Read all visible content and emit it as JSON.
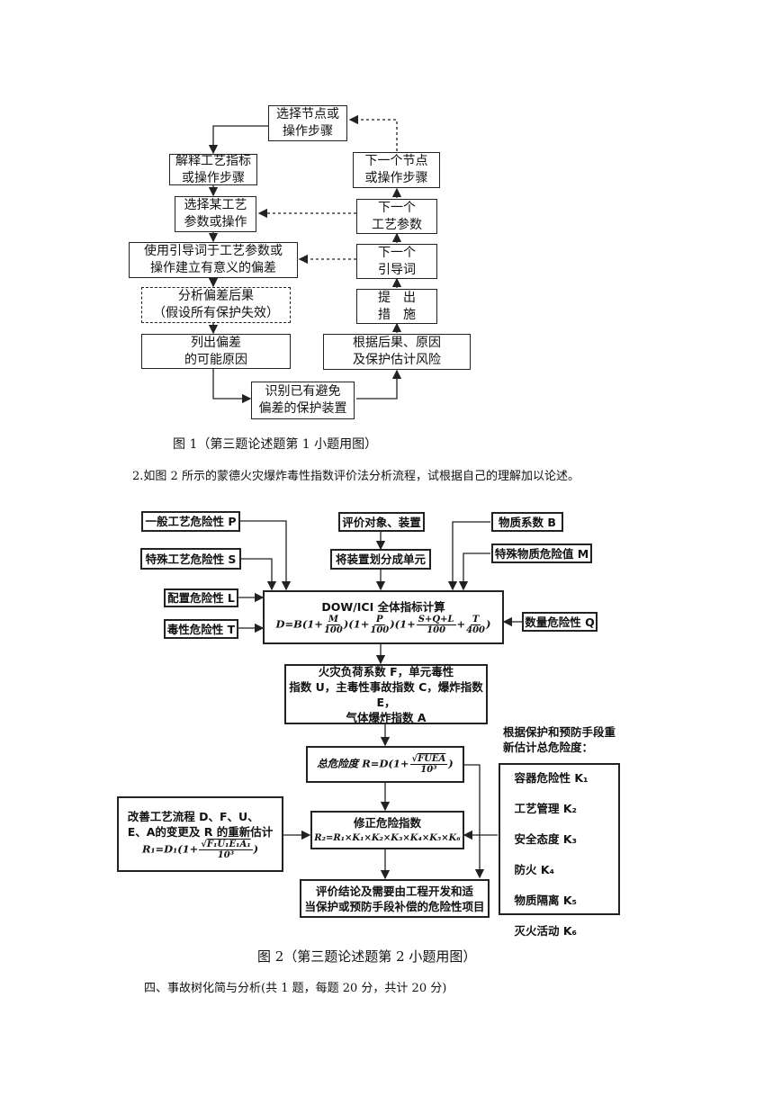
{
  "fig1": {
    "select_node": "选择节点或\n操作步骤",
    "explain": "解释工艺指标\n或操作步骤",
    "select_param": "选择某工艺\n参数或操作",
    "guideword": "使用引导词于工艺参数或\n操作建立有意义的偏差",
    "analyze": "分析偏差后果\n（假设所有保护失效）",
    "list_causes": "列出偏差\n的可能原因",
    "identify": "识别已有避免\n偏差的保护装置",
    "assess": "根据后果、原因\n及保护估计风险",
    "propose": "提　出\n措　施",
    "next_guideword": "下一个\n引导词",
    "next_param": "下一个\n工艺参数",
    "next_node": "下一个节点\n或操作步骤",
    "caption": "图 1（第三题论述题第 1 小题用图）"
  },
  "question2": "2.如图 2 所示的蒙德火灾爆炸毒性指数评价法分析流程，试根据自己的理解加以论述。",
  "fig2": {
    "general_risk": "一般工艺危险性 P",
    "special_risk": "特殊工艺危险性 S",
    "layout_risk": "配置危险性 L",
    "toxic_risk": "毒性危险性 T",
    "eval_object": "评价对象、装置",
    "divide_units": "将装置划分成单元",
    "material_factor": "物质系数 B",
    "special_material": "特殊物质危险值 M",
    "quantity_risk": "数量危险性 Q",
    "dow_title": "DOW/ICI 全体指标计算",
    "dow_formula_lead": "D=B",
    "fire_load": "火灾负荷系数 F，单元毒性\n指数 U，主毒性事故指数 C，爆炸指数 E，\n气体爆炸指数 A",
    "total_risk_lead": "总危险度 R=D",
    "total_risk_sqrt": "FUEA",
    "improve_text": "改善工艺流程 D、F、U、\nE、A的变更及 R 的重新估计",
    "improve_formula_lead": "R₁=D₁",
    "improve_sqrt": "F₁U₁E₁A₁",
    "corrected_title": "修正危险指数",
    "corrected_formula": "R₂=R₁×K₁×K₂×K₃×K₄×K₅×K₆",
    "reassess_title": "根据保护和预防手段重\n新估计总危险度：",
    "reassess_items": [
      "容器危险性 K₁",
      "工艺管理 K₂",
      "安全态度 K₃",
      "防火 K₄",
      "物质隔离 K₅",
      "灭火活动 K₆"
    ],
    "conclusion": "评价结论及需要由工程开发和适\n当保护或预防手段补偿的危险性项目",
    "caption": "图 2（第三题论述题第 2 小题用图）"
  },
  "section4": "四、事故树化简与分析(共 1 题，每题 20 分，共计 20 分)"
}
